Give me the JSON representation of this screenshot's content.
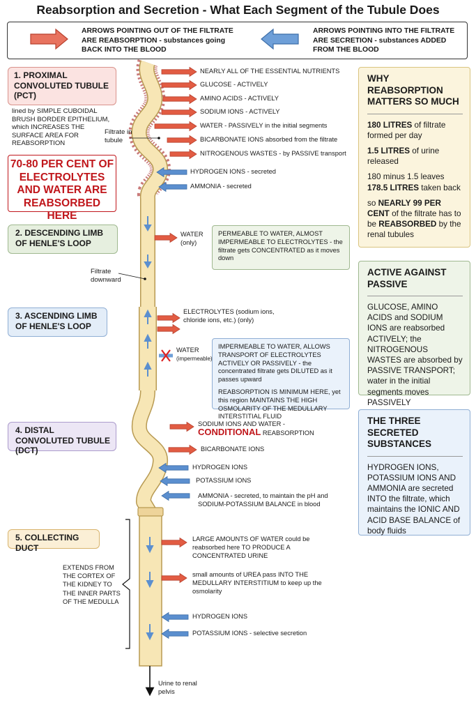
{
  "title": "Reabsorption and Secretion - What Each Segment of the Tubule Does",
  "legend": {
    "reabsorption": "ARROWS POINTING OUT OF THE FILTRATE ARE REABSORPTION - substances going BACK INTO THE BLOOD",
    "secretion": "ARROWS POINTING INTO THE FILTRATE ARE SECRETION - substances ADDED FROM THE BLOOD"
  },
  "colors": {
    "reabsorption_arrow": "#e25c43",
    "secretion_arrow": "#5b8fcf",
    "tubule": "#f7e6b5",
    "highlight_red": "#c0161b"
  },
  "pct": {
    "label": "1. PROXIMAL CONVOLUTED TUBULE (PCT)",
    "description": "lined by SIMPLE CUBOIDAL BRUSH BORDER EPITHELIUM, which INCREASES THE SURFACE AREA FOR REABSORPTION",
    "tubule_note": "Filtrate in tubule",
    "highlight": "70-80 PER CENT OF ELECTROLYTES AND WATER ARE REABSORBED HERE",
    "reabsorbed": [
      "NEARLY ALL OF THE ESSENTIAL NUTRIENTS",
      "GLUCOSE - ACTIVELY",
      "AMINO ACIDS - ACTIVELY",
      "SODIUM IONS - ACTIVELY",
      "WATER - PASSIVELY in the initial segments",
      "BICARBONATE IONS absorbed from the filtrate",
      "NITROGENOUS WASTES - by PASSIVE transport"
    ],
    "secreted": [
      "HYDROGEN IONS - secreted",
      "AMMONIA - secreted"
    ]
  },
  "descending": {
    "label": "2. DESCENDING LIMB OF HENLE'S LOOP",
    "arrow_label": "WATER (only)",
    "note": "PERMEABLE TO WATER, ALMOST IMPERMEABLE TO ELECTROLYTES - the filtrate gets CONCENTRATED as it moves down",
    "flow_note": "Filtrate downward"
  },
  "ascending": {
    "label": "3. ASCENDING LIMB OF HENLE'S LOOP",
    "arrow_label": "ELECTROLYTES (sodium ions, chloride ions, etc.) (only)",
    "blocked_label": "WATER",
    "blocked_sub": "(impermeable)",
    "note1": "IMPERMEABLE TO WATER, ALLOWS TRANSPORT OF ELECTROLYTES ACTIVELY OR PASSIVELY - the concentrated filtrate gets DILUTED as it passes upward",
    "note2": "REABSORPTION IS MINIMUM HERE, yet this region MAINTAINS THE HIGH OSMOLARITY OF THE MEDULLARY INTERSTITIAL FLUID"
  },
  "dct": {
    "label": "4. DISTAL CONVOLUTED TUBULE (DCT)",
    "reabsorbed_1": "SODIUM IONS AND WATER -",
    "reabsorbed_1_emph": "CONDITIONAL",
    "reabsorbed_1_tail": "REABSORPTION",
    "reabsorbed_2": "BICARBONATE IONS",
    "secreted": [
      "HYDROGEN IONS",
      "POTASSIUM IONS",
      "AMMONIA - secreted, to maintain the pH and SODIUM-POTASSIUM BALANCE in blood"
    ]
  },
  "collecting": {
    "label": "5. COLLECTING DUCT",
    "extent": "EXTENDS FROM THE CORTEX OF THE KIDNEY TO THE INNER PARTS OF THE MEDULLA",
    "reabsorbed": [
      "LARGE AMOUNTS OF WATER could be reabsorbed here TO PRODUCE A CONCENTRATED URINE",
      "small amounts of UREA pass INTO THE MEDULLARY INTERSTITIUM to keep up the osmolarity"
    ],
    "secreted": [
      "HYDROGEN IONS",
      "POTASSIUM IONS - selective secretion"
    ],
    "outflow": "Urine to renal pelvis"
  },
  "cards": {
    "why": {
      "heading": "WHY REABSORPTION MATTERS SO MUCH",
      "p1_bold": "180 LITRES",
      "p1": " of filtrate formed per day",
      "p2_bold": "1.5 LITRES",
      "p2": " of urine released",
      "p3": "180 minus 1.5 leaves ",
      "p3_bold": "178.5 LITRES",
      "p3_tail": " taken back",
      "p4_pre": "so ",
      "p4_bold": "NEARLY 99 PER CENT",
      "p4_mid": " of the filtrate has to be ",
      "p4_bold2": "REABSORBED",
      "p4_tail": " by the renal tubules"
    },
    "active": {
      "heading": "ACTIVE AGAINST PASSIVE",
      "body": "GLUCOSE, AMINO ACIDS and SODIUM IONS are reabsorbed ACTIVELY; the NITROGENOUS WASTES are absorbed by PASSIVE TRANSPORT; water in the initial segments moves PASSIVELY"
    },
    "secreted": {
      "heading": "THE THREE SECRETED SUBSTANCES",
      "body": "HYDROGEN IONS, POTASSIUM IONS AND AMMONIA are secreted INTO the filtrate, which maintains the IONIC AND ACID BASE BALANCE of body fluids"
    }
  }
}
